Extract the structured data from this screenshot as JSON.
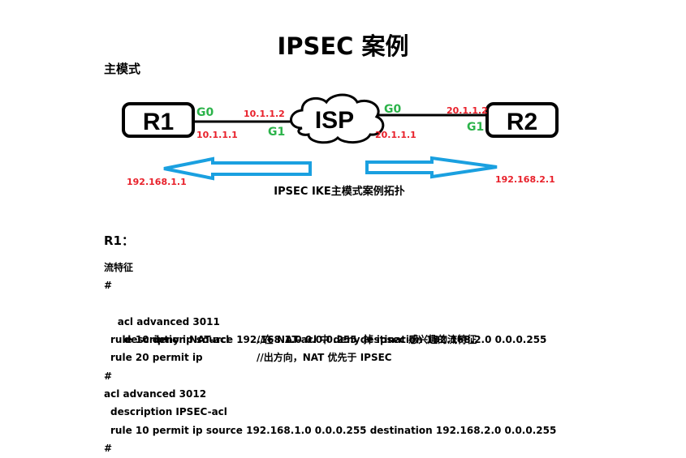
{
  "page": {
    "title": "IPSEC  案例",
    "subtitle": "主模式"
  },
  "topology": {
    "caption": "IPSEC IKE主模式案例拓扑",
    "r1": "R1",
    "r2": "R2",
    "isp": "ISP",
    "r1_g0": "G0",
    "r1_g0_ip": "10.1.1.1",
    "isp_g1": "G1",
    "isp_g1_ip": "10.1.1.2",
    "isp_g0": "G0",
    "isp_g0_ip": "20.1.1.1",
    "r2_g1": "G1",
    "r2_g1_ip": "20.1.1.2",
    "lan_left": "192.168.1.1",
    "lan_right": "192.168.2.1",
    "colors": {
      "ip_red": "#e8202a",
      "iface_green": "#2cb34a",
      "arrow_blue": "#1aa0e0"
    }
  },
  "section": {
    "heading": "R1："
  },
  "code": {
    "l0": "流特征",
    "l1": "#",
    "l2": "acl advanced 3011",
    "l2c": "//在 NAT-acl 中 deny 掉 ipsec 感兴趣的流特征",
    "l3": "description NAT-acl",
    "l3c": "//出方向，NAT 优先于 IPSEC",
    "l4": "rule 10 deny ip source 192.168.1.0 0.0.0.255 destination 192.168.2.0 0.0.0.255",
    "l5": "rule 20 permit ip",
    "l6": "#",
    "l7": "acl advanced 3012",
    "l8": "description IPSEC-acl",
    "l9": "rule 10 permit ip source 192.168.1.0 0.0.0.255 destination 192.168.2.0 0.0.0.255",
    "l10": "#"
  }
}
